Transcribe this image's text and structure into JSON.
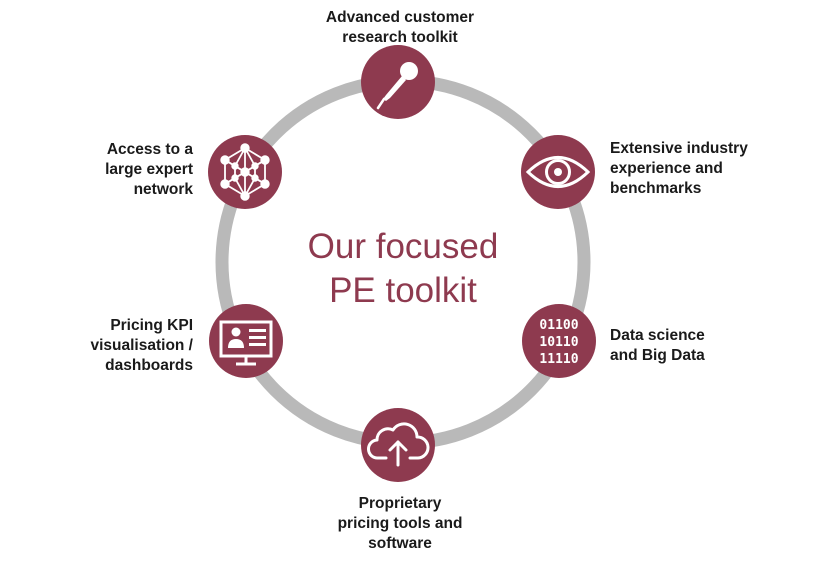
{
  "colors": {
    "ring": "#b9b9b9",
    "node_fill": "#8e3a4f",
    "icon": "#ffffff",
    "title": "#8e3a4f",
    "label": "#1a1a1a"
  },
  "center": {
    "line1": "Our focused",
    "line2": "PE toolkit"
  },
  "nodes": [
    {
      "key": "research",
      "icon": "microphone-icon",
      "label_lines": [
        "Advanced customer",
        "research toolkit"
      ]
    },
    {
      "key": "experience",
      "icon": "eye-icon",
      "label_lines": [
        "Extensive industry",
        "experience and",
        "benchmarks"
      ]
    },
    {
      "key": "data-science",
      "icon": "binary-digits-icon",
      "binary_rows": [
        "01100",
        "10110",
        "11110"
      ],
      "label_lines": [
        "Data science",
        "and Big Data"
      ]
    },
    {
      "key": "pricing-tools",
      "icon": "cloud-upload-icon",
      "label_lines": [
        "Proprietary",
        "pricing tools and",
        "software"
      ]
    },
    {
      "key": "kpi",
      "icon": "dashboard-monitor-icon",
      "label_lines": [
        "Pricing KPI",
        "visualisation /",
        "dashboards"
      ]
    },
    {
      "key": "expert-network",
      "icon": "network-icon",
      "label_lines": [
        "Access to a",
        "large expert",
        "network"
      ]
    }
  ]
}
